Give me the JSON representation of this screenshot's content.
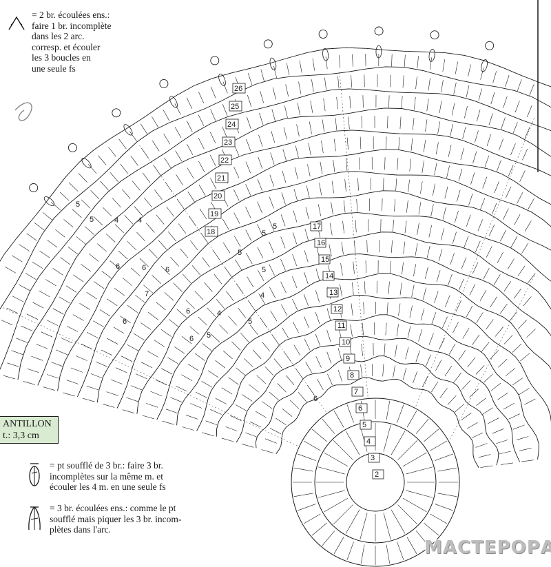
{
  "legend_top": {
    "symbol": "two-dc-cluster-symbol",
    "text": "= 2 br. écoulées ens.:\nfaire 1 br. incomplète\ndans les 2 arc.\ncorresp. et écouler\nles 3 boucles en\nune seule fs"
  },
  "sample": {
    "line1": "ANTILLON",
    "line2": "t.: 3,3 cm"
  },
  "legend_bottom": [
    {
      "symbol": "puff-stitch-symbol",
      "text": "= pt soufflé de 3 br.: faire 3 br.\nincomplètes sur la même m. et\nécouler les 4 m. en une seule fs"
    },
    {
      "symbol": "three-dc-cluster-symbol",
      "text": "= 3 br. écoulées ens.: comme le pt\nsoufflé mais piquer les 3 br. incom-\nplètes dans l'arc."
    }
  ],
  "row_numbers_center": [
    "2",
    "3",
    "4",
    "5",
    "6",
    "7",
    "8",
    "9",
    "10",
    "11",
    "12",
    "13",
    "14",
    "15",
    "16",
    "17"
  ],
  "row_numbers_left": [
    "18",
    "19",
    "20",
    "21",
    "22",
    "23",
    "24",
    "25",
    "26"
  ],
  "section_labels": [
    "5",
    "5",
    "4",
    "4",
    "6",
    "6",
    "6",
    "7",
    "6",
    "6",
    "6",
    "5",
    "5",
    "5",
    "4",
    "5",
    "6",
    "5",
    "4",
    "5"
  ],
  "watermark": "МАСТЕРОРАН",
  "colors": {
    "ink": "#1a1a1a",
    "sample_bg": "#d9ecd2"
  }
}
